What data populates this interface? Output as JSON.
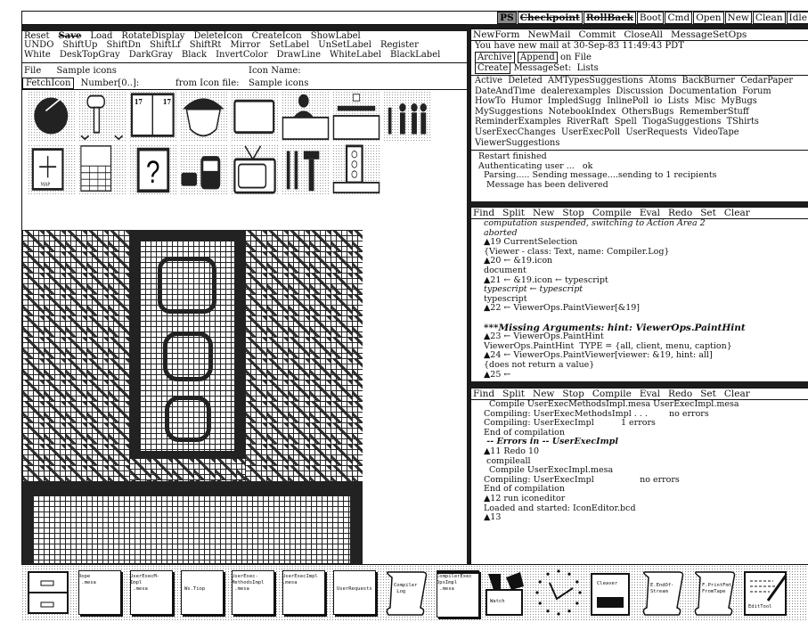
{
  "top_bar": {
    "buttons": [
      {
        "label": "PS",
        "style": "ps"
      },
      {
        "label": "Checkpoint",
        "style": "strike"
      },
      {
        "label": "RollBack",
        "style": "strike"
      },
      {
        "label": "Boot",
        "style": "normal"
      },
      {
        "label": "Cmd",
        "style": "normal"
      },
      {
        "label": "Open",
        "style": "normal"
      },
      {
        "label": "New",
        "style": "normal"
      },
      {
        "label": "Clean",
        "style": "normal"
      },
      {
        "label": "Idle",
        "style": "normal"
      }
    ]
  },
  "icon_editor": {
    "menu_rows": [
      [
        "Reset",
        "Save",
        "Load",
        "RotateDisplay",
        "DeleteIcon",
        "CreateIcon",
        "ShowLabel"
      ],
      [
        "UNDO",
        "ShiftUp",
        "ShiftDn",
        "ShiftLf",
        "ShiftRt",
        "Mirror",
        "SetLabel",
        "UnSetLabel",
        "Register"
      ],
      [
        "White",
        "DeskTopGray",
        "DarkGray",
        "Black",
        "InvertColor",
        "DrawLine",
        "WhiteLabel",
        "BlackLabel"
      ]
    ],
    "file_label": "File",
    "file_value": "Sample icons",
    "icon_name_label": "Icon Name:",
    "fetch_button": "FetchIcon",
    "number_label": "Number[0..]:",
    "from_label": "from Icon file:",
    "from_value": "Sample icons",
    "gallery_icons": [
      "rabbit-icon",
      "mailbox-icon",
      "calendar-book-icon",
      "acorn-icon",
      "blank-card-icon",
      "person-desk-icon",
      "conference-icon",
      "people-icon",
      "map-icon",
      "calendar-icon",
      "question-icon",
      "vehicles-icon",
      "television-icon",
      "tools-icon",
      "traffic-light-icon"
    ]
  },
  "mail_window": {
    "menu": [
      "NewForm",
      "NewMail",
      "Commit",
      "CloseAll",
      "MessageSetOps"
    ],
    "status": "You have new mail at 30-Sep-83 11:49:43 PDT",
    "archive_button": "Archive",
    "append_button": "Append",
    "on_file": "on File",
    "create_button": "Create",
    "messageset_label": "MessageSet:",
    "messageset_value": "Lists",
    "message_sets": [
      "Active  Deleted  AMTypesSuggestions  Atoms  BackBurner  CedarPaper",
      "DateAndTime  dealerexamples  Discussion  Documentation  Forum",
      "HowTo  Humor  ImpledSugg  InlinePoll  io  Lists  Misc  MyBugs",
      "MySuggestions  NotebookIndex  OthersBugs  RememberStuff",
      "ReminderExamples  RiverRaft  Spell  TiogaSuggestions  TShirts",
      "UserExecChanges  UserExecPoll  UserRequests  VideoTape",
      "ViewerSuggestions"
    ],
    "log": [
      "Restart finished",
      "Authenticating user ...   ok",
      "  Parsing..... Sending message....sending to 1 recipients",
      "   Message has been delivered"
    ]
  },
  "exec_window_1": {
    "menu": [
      "Find",
      "Split",
      "New",
      "Stop",
      "Compile",
      "Eval",
      "Redo",
      "Set",
      "Clear"
    ],
    "lines": [
      {
        "t": "computation suspended, switching to Action Area 2",
        "s": "it"
      },
      {
        "t": "aborted",
        "s": "it"
      },
      {
        "t": "▲19 CurrentSelection",
        "s": "n"
      },
      {
        "t": "{Viewer - class: Text, name: Compiler.Log}",
        "s": "n"
      },
      {
        "t": "▲20 ← &19.icon",
        "s": "n"
      },
      {
        "t": "document",
        "s": "n"
      },
      {
        "t": "▲21 ← &19.icon ← typescript",
        "s": "n"
      },
      {
        "t": "typescript ← typescript",
        "s": "it"
      },
      {
        "t": "typescript",
        "s": "n"
      },
      {
        "t": "▲22 ← ViewerOps.PaintViewer[&19]",
        "s": "n"
      },
      {
        "t": "",
        "s": "n"
      },
      {
        "t": "***Missing Arguments: hint: ViewerOps.PaintHint",
        "s": "bi"
      },
      {
        "t": "▲23 ← ViewerOps.PaintHint",
        "s": "n"
      },
      {
        "t": "ViewerOps.PaintHint  TYPE = {all, client, menu, caption}",
        "s": "n"
      },
      {
        "t": "▲24 ← ViewerOps.PaintViewer[viewer: &19, hint: all]",
        "s": "n"
      },
      {
        "t": "{does not return a value}",
        "s": "n"
      },
      {
        "t": "▲25 ←",
        "s": "n"
      }
    ]
  },
  "exec_window_2": {
    "menu": [
      "Find",
      "Split",
      "New",
      "Stop",
      "Compile",
      "Eval",
      "Redo",
      "Set",
      "Clear"
    ],
    "lines": [
      {
        "t": "  Compile UserExecMethodsImpl.mesa UserExecImpl.mesa",
        "s": "n"
      },
      {
        "t": "Compiling: UserExecMethodsImpl . . .        no errors",
        "s": "n"
      },
      {
        "t": "Compiling: UserExecImpl          1 errors",
        "s": "n"
      },
      {
        "t": "End of compilation",
        "s": "n"
      },
      {
        "t": " -- Errors in -- UserExecImpl",
        "s": "bi2"
      },
      {
        "t": "▲11 Redo 10",
        "s": "n"
      },
      {
        "t": " compileall",
        "s": "n"
      },
      {
        "t": "  Compile UserExecImpl.mesa",
        "s": "n"
      },
      {
        "t": "Compiling: UserExecImpl                 no errors",
        "s": "n"
      },
      {
        "t": "End of compilation",
        "s": "n"
      },
      {
        "t": "▲12 run iconeditor",
        "s": "n"
      },
      {
        "t": "Loaded and started: IconEditor.bcd",
        "s": "n"
      },
      {
        "t": "▲13",
        "s": "n"
      }
    ]
  },
  "icon_bar": [
    {
      "name": "file-drawer-icon",
      "kind": "drawer",
      "label": ""
    },
    {
      "name": "rope-mesa-icon",
      "kind": "doc",
      "label": "Rope\n .mesa"
    },
    {
      "name": "userexec-impl-mesa-icon",
      "kind": "doc",
      "label": "UserExecM-\nImpl\n .mesa"
    },
    {
      "name": "watch-tiop-icon",
      "kind": "box",
      "label": "Ws.Tiop"
    },
    {
      "name": "userexec-methods-impl-icon",
      "kind": "doc",
      "label": "UserExec-\nMethodsImpl\n .mesa"
    },
    {
      "name": "userexecimpl-mesa-icon",
      "kind": "doc",
      "label": "UserExecImpl\n.mesa"
    },
    {
      "name": "userrequests-icon",
      "kind": "box",
      "label": "UserRequests"
    },
    {
      "name": "compiler-log-icon",
      "kind": "scroll",
      "label": "Compiler\n Log"
    },
    {
      "name": "compilerexec-opsimpl-icon",
      "kind": "darkdoc",
      "label": "CompilerExec\nOpsImpl\n .mesa"
    },
    {
      "name": "watch-toolbox-icon",
      "kind": "toolbox",
      "label": "Watch"
    },
    {
      "name": "clock-icon",
      "kind": "clock",
      "label": ""
    },
    {
      "name": "chat-cleaver-icon",
      "kind": "terminal",
      "label": "Cleaver"
    },
    {
      "name": "endofstream-scroll-icon",
      "kind": "scroll",
      "label": "E.EndOf-\nStream"
    },
    {
      "name": "printfrom-scroll-icon",
      "kind": "scroll",
      "label": "F.PrintFmt\nFromTape"
    },
    {
      "name": "edittool-icon",
      "kind": "edit",
      "label": "EditTool"
    }
  ],
  "colors": {
    "ink": "#111111",
    "paper": "#ffffff",
    "band": "#1c1c1c",
    "gray": "#999999"
  }
}
